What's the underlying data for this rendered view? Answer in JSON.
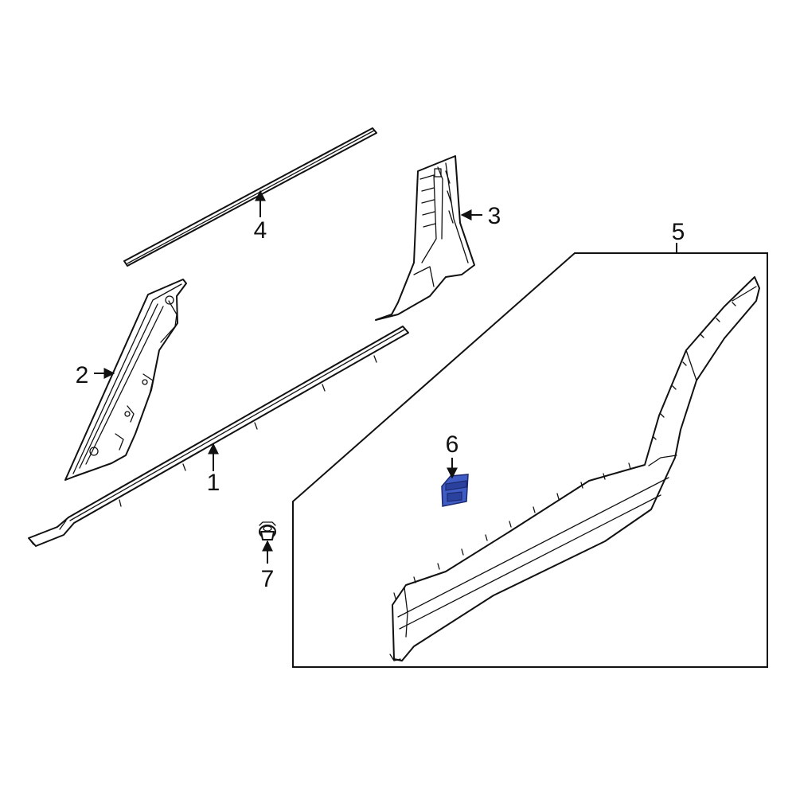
{
  "callouts": [
    {
      "id": "1",
      "label": "1"
    },
    {
      "id": "2",
      "label": "2"
    },
    {
      "id": "3",
      "label": "3"
    },
    {
      "id": "4",
      "label": "4"
    },
    {
      "id": "5",
      "label": "5"
    },
    {
      "id": "6",
      "label": "6"
    },
    {
      "id": "7",
      "label": "7"
    }
  ],
  "colors": {
    "highlighted_part": "#3f5bc4",
    "line": "#111111",
    "background": "#ffffff"
  },
  "highlighted_callout": "6"
}
